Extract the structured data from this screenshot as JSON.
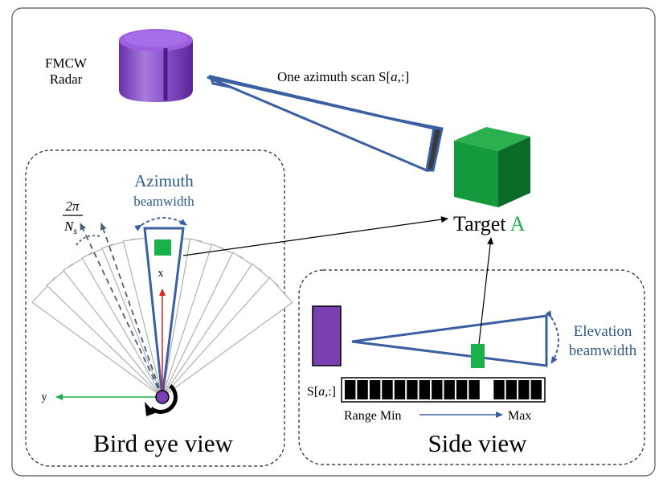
{
  "radar": {
    "label_line1": "FMCW",
    "label_line2": "Radar"
  },
  "scan": {
    "label_prefix": "One azimuth scan S[",
    "label_italic": "a",
    "label_suffix": ",:]"
  },
  "target": {
    "label_prefix": "Target ",
    "label_letter": "A"
  },
  "bird_eye": {
    "title": "Bird eye view",
    "azimuth_line1": "Azimuth",
    "azimuth_line2": "beamwidth",
    "angle_num": "2π",
    "angle_den_base": "N",
    "angle_den_sub": "s",
    "axis_x": "x",
    "axis_y": "y"
  },
  "side": {
    "title": "Side view",
    "elevation_line1": "Elevation",
    "elevation_line2": "beamwidth",
    "s_prefix": "S[",
    "s_italic": "a",
    "s_suffix": ",:]",
    "range_min": "Range Min",
    "range_max": "Max",
    "bins": [
      1,
      1,
      1,
      1,
      1,
      1,
      1,
      1,
      1,
      1,
      1,
      0,
      1,
      1,
      1,
      1
    ]
  },
  "colors": {
    "blue": "#3a5fa3",
    "label_blue": "#2f5a8a",
    "green": "#1ab04a",
    "purple": "#7a3fb0",
    "red": "#e02020"
  }
}
